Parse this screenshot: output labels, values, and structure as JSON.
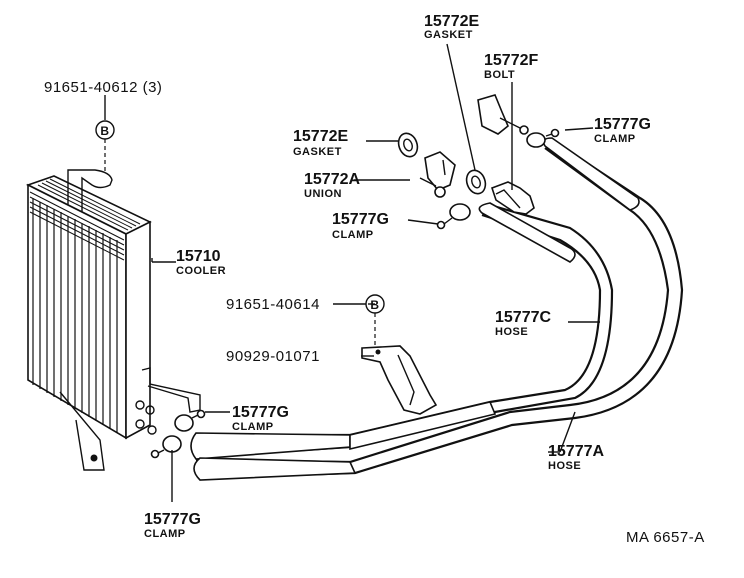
{
  "labels": {
    "part_91651_40612": "91651-40612 (3)",
    "gasket_top_pn": "15772E",
    "gasket_top_name": "GASKET",
    "bolt_pn": "15772F",
    "bolt_name": "BOLT",
    "clamp_top_right_pn": "15777G",
    "clamp_top_right_name": "CLAMP",
    "gasket_mid_pn": "15772E",
    "gasket_mid_name": "GASKET",
    "union_pn": "15772A",
    "union_name": "UNION",
    "clamp_mid_pn": "15777G",
    "clamp_mid_name": "CLAMP",
    "cooler_pn": "15710",
    "cooler_name": "COOLER",
    "part_91651_40614": "91651-40614",
    "hose_c_pn": "15777C",
    "hose_c_name": "HOSE",
    "part_90929_01071": "90929-01071",
    "clamp_lower_pn": "15777G",
    "clamp_lower_name": "CLAMP",
    "hose_a_pn": "15777A",
    "hose_a_name": "HOSE",
    "clamp_bottom_pn": "15777G",
    "clamp_bottom_name": "CLAMP",
    "callout_b1": "B",
    "callout_b2": "B",
    "drawing_ref": "MA  6657-A"
  }
}
